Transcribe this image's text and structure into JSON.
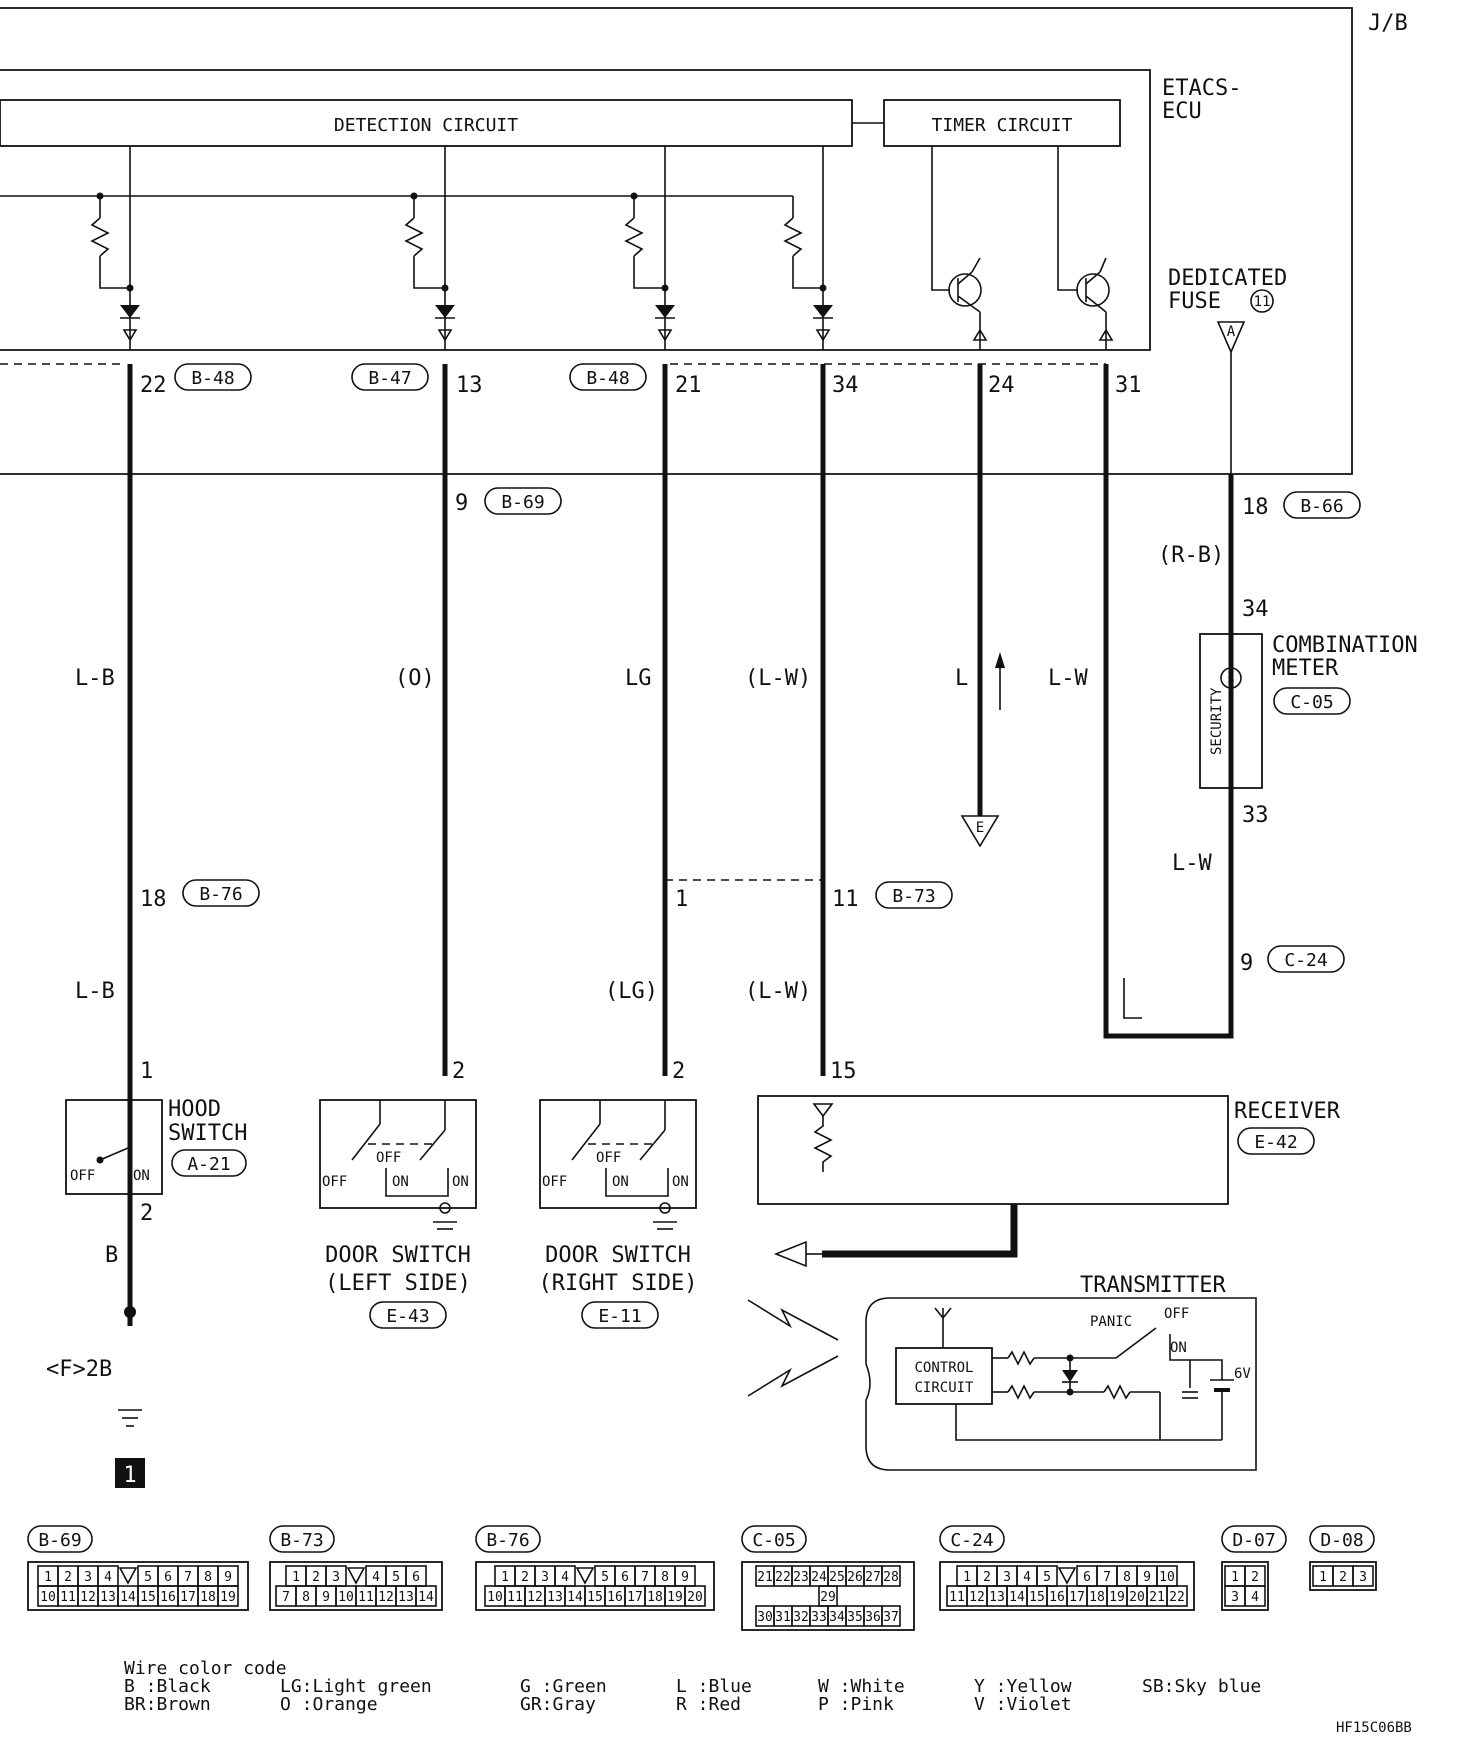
{
  "jb_label": "J/B",
  "etacs": {
    "line1": "ETACS-",
    "line2": "ECU"
  },
  "detection_circuit": "DETECTION CIRCUIT",
  "timer_circuit": "TIMER CIRCUIT",
  "fuse": {
    "line1": "DEDICATED",
    "line2": "FUSE",
    "number": "11",
    "terminal": "A"
  },
  "ecu_pins": [
    {
      "pin": "22",
      "connector": "B-48"
    },
    {
      "pin": "13",
      "connector": "B-47"
    },
    {
      "pin": "21",
      "connector": "B-48"
    },
    {
      "pin": "34"
    },
    {
      "pin": "24"
    },
    {
      "pin": "31"
    }
  ],
  "jb_out": {
    "b69": {
      "pin": "9",
      "connector": "B-69"
    },
    "b66": {
      "pin": "18",
      "connector": "B-66"
    }
  },
  "wire_colors": {
    "hood_upper": "L-B",
    "door_left": "(O)",
    "door_right_upper": "LG",
    "receiver_upper": "(L-W)",
    "pin24": "L",
    "pin31": "L-W",
    "fuse_wire": "(R-B)",
    "meter_out": "L-W",
    "hood_lower": "L-B",
    "door_right_lower": "(LG)",
    "receiver_lower": "(L-W)",
    "hood_ground": "B"
  },
  "combination_meter": {
    "line1": "COMBINATION",
    "line2": "METER",
    "connector": "C-05",
    "pin_in": "34",
    "pin_out": "33",
    "security": "SECURITY"
  },
  "mid_connectors": {
    "b76": {
      "pin": "18",
      "connector": "B-76"
    },
    "b73_left_pin": "1",
    "b73": {
      "pin": "11",
      "connector": "B-73"
    },
    "c24": {
      "pin": "9",
      "connector": "C-24"
    }
  },
  "e_label": "E",
  "hood_switch": {
    "line1": "HOOD",
    "line2": "SWITCH",
    "connector": "A-21",
    "pin_top": "1",
    "pin_bottom": "2",
    "off": "OFF",
    "on": "ON",
    "ground_ref": "<F>2B",
    "ground_num": "1"
  },
  "door_left": {
    "line1": "DOOR SWITCH",
    "line2": "(LEFT SIDE)",
    "connector": "E-43",
    "pin": "2",
    "off": "OFF",
    "on": "ON"
  },
  "door_right": {
    "line1": "DOOR SWITCH",
    "line2": "(RIGHT SIDE)",
    "connector": "E-11",
    "pin": "2",
    "off": "OFF",
    "on": "ON"
  },
  "receiver": {
    "name": "RECEIVER",
    "connector": "E-42",
    "pin": "15"
  },
  "transmitter": {
    "name": "TRANSMITTER",
    "control_line1": "CONTROL",
    "control_line2": "CIRCUIT",
    "panic": "PANIC",
    "off": "OFF",
    "on": "ON",
    "battery": "6V"
  },
  "connector_diagrams": [
    {
      "name": "B-69",
      "rows": [
        [
          "1",
          "2",
          "3",
          "4",
          "",
          "5",
          "6",
          "7",
          "8",
          "9"
        ],
        [
          "10",
          "11",
          "12",
          "13",
          "14",
          "15",
          "16",
          "17",
          "18",
          "19"
        ]
      ]
    },
    {
      "name": "B-73",
      "rows": [
        [
          "1",
          "2",
          "3",
          "",
          "4",
          "5",
          "6"
        ],
        [
          "7",
          "8",
          "9",
          "10",
          "11",
          "12",
          "13",
          "14"
        ]
      ]
    },
    {
      "name": "B-76",
      "rows": [
        [
          "1",
          "2",
          "3",
          "4",
          "",
          "5",
          "6",
          "7",
          "8",
          "9"
        ],
        [
          "10",
          "11",
          "12",
          "13",
          "14",
          "15",
          "16",
          "17",
          "18",
          "19",
          "20"
        ]
      ]
    },
    {
      "name": "C-05",
      "rows": [
        [
          "21",
          "22",
          "23",
          "24",
          "25",
          "26",
          "27",
          "28"
        ],
        [
          "29"
        ],
        [
          "30",
          "31",
          "32",
          "33",
          "34",
          "35",
          "36",
          "37"
        ]
      ]
    },
    {
      "name": "C-24",
      "rows": [
        [
          "1",
          "2",
          "3",
          "4",
          "5",
          "",
          "6",
          "7",
          "8",
          "9",
          "10"
        ],
        [
          "11",
          "12",
          "13",
          "14",
          "15",
          "16",
          "17",
          "18",
          "19",
          "20",
          "21",
          "22"
        ]
      ]
    },
    {
      "name": "D-07",
      "rows": [
        [
          "1",
          "2"
        ],
        [
          "3",
          "4"
        ]
      ]
    },
    {
      "name": "D-08",
      "rows": [
        [
          "1",
          "2",
          "3"
        ]
      ]
    }
  ],
  "legend": {
    "title": "Wire color code",
    "entries": [
      "B :Black",
      "BR:Brown",
      "LG:Light green",
      "O :Orange",
      "G :Green",
      "GR:Gray",
      "L :Blue",
      "R :Red",
      "W :White",
      "P :Pink",
      "Y :Yellow",
      "V :Violet",
      "SB:Sky blue"
    ]
  },
  "figure_code": "HF15C06BB"
}
